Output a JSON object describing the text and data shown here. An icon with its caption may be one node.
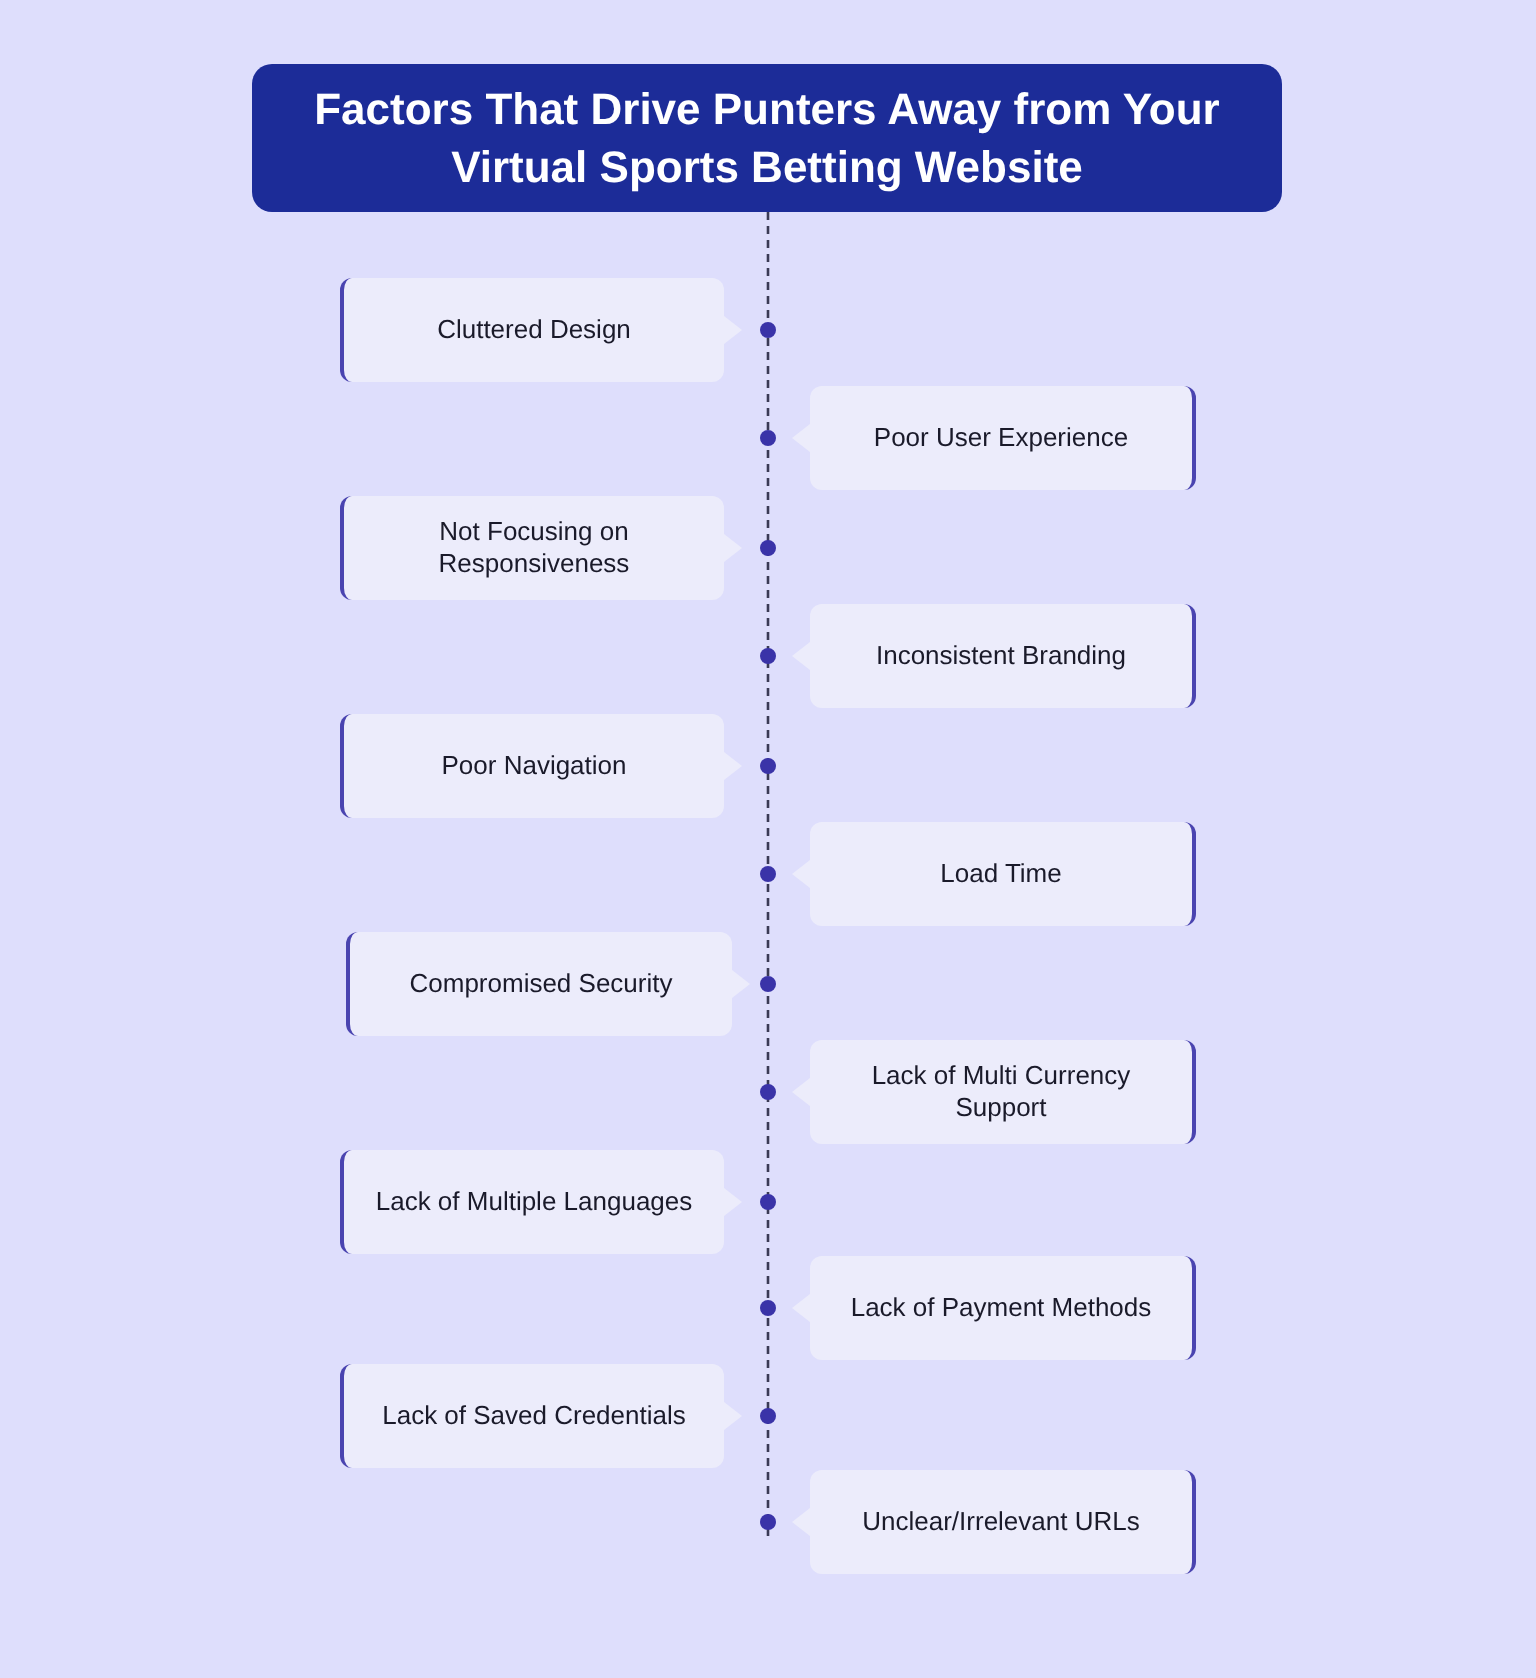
{
  "diagram": {
    "title": "Factors That Drive Punters Away from Your Virtual Sports Betting Website",
    "nodes": [
      {
        "text": [
          "Cluttered Design"
        ]
      },
      {
        "text": [
          "Poor User Experience"
        ]
      },
      {
        "text": [
          "Not Focusing on Responsiveness"
        ]
      },
      {
        "text": [
          "Inconsistent Branding"
        ]
      },
      {
        "text": [
          "Poor Navigation"
        ]
      },
      {
        "text": [
          "Load Time"
        ]
      },
      {
        "text": [
          "Compromised Security"
        ]
      },
      {
        "text": [
          "Lack of Multi Currency Support"
        ]
      },
      {
        "text": [
          "Lack of Multiple Languages"
        ]
      },
      {
        "text": [
          "Lack of Payment Methods"
        ]
      },
      {
        "text": [
          "Lack of Saved Credentials"
        ]
      },
      {
        "text": [
          "Unclear/Irrelevant URLs"
        ]
      }
    ]
  }
}
